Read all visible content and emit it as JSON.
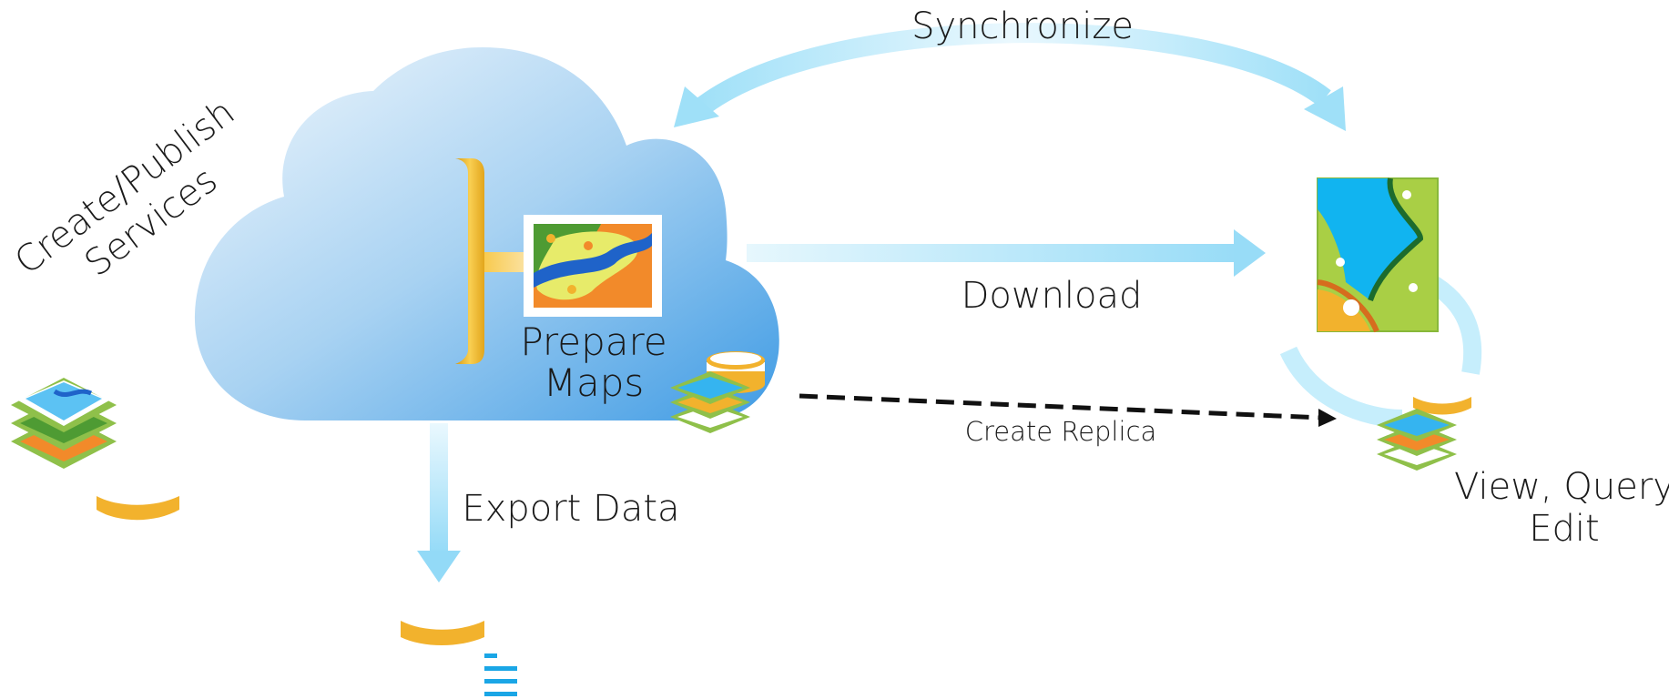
{
  "labels": {
    "synchronize": "Synchronize",
    "create_publish_line1": "Create/Publish",
    "create_publish_line2": "Services",
    "prepare_maps_line1": "Prepare",
    "prepare_maps_line2": "Maps",
    "download": "Download",
    "create_replica": "Create Replica",
    "export_data": "Export Data",
    "view_query_line1": "View, Query",
    "view_query_line2": "Edit"
  },
  "colors": {
    "arrow_light_blue": "#b3e8fb",
    "cloud_dark": "#4aa3e6",
    "cloud_light": "#e6f3fc",
    "database_gold": "#f2b22d",
    "layer_green": "#8fc04a",
    "dashed_arrow": "#111111"
  }
}
